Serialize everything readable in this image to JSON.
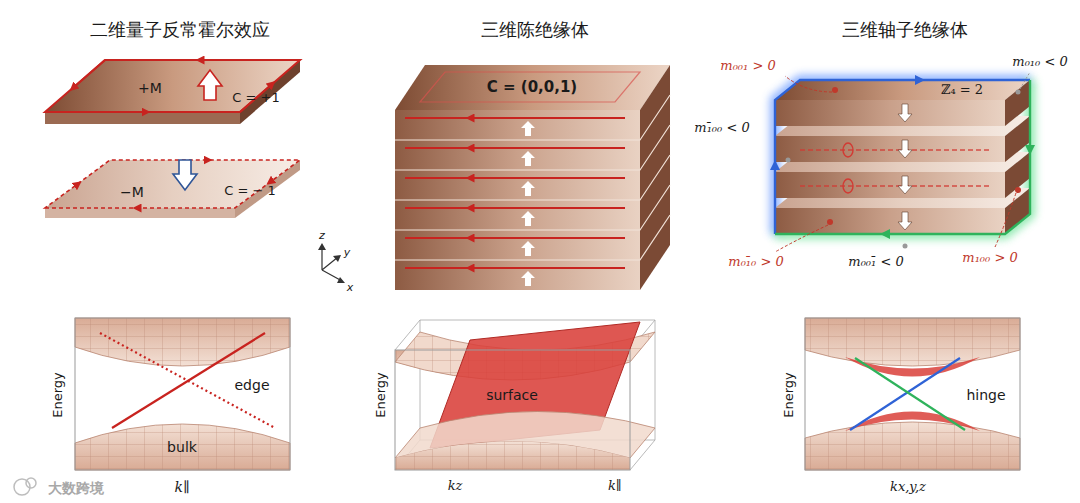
{
  "diagram": {
    "labels": [
      "二维量子反常霍尔效应",
      "三维陈绝缘体",
      "三维轴子绝缘体",
      "+M",
      "C = +1",
      "−M",
      "C = − 1",
      "z",
      "y",
      "x",
      "C = (0,0,1)",
      "m₀₀₁ > 0",
      "m₀₁₀ < 0",
      "m₁̄₀₀ < 0",
      "ℤ₄ = 2",
      "m₀₁̄₀ > 0",
      "m₁₀₀ > 0",
      "m₀₀₁̄ < 0",
      "Energy",
      "edge",
      "bulk",
      "k∥",
      "Energy",
      "surface",
      "kz",
      "k∥",
      "Energy",
      "hinge",
      "kx,y,z",
      "大数跨境"
    ]
  }
}
